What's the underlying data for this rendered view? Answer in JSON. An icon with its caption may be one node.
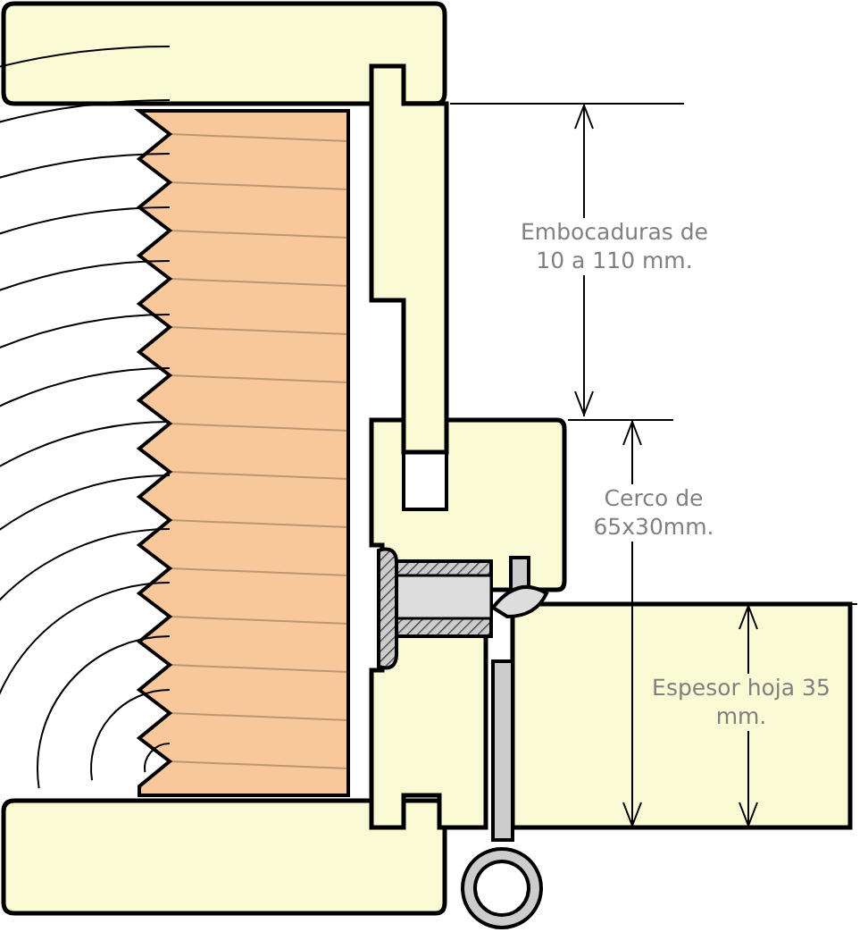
{
  "diagram": {
    "labels": [
      "Embocaduras de 10 a 110 mm.",
      "Cerco de 65x30mm.",
      "Espesor hoja 35 mm."
    ]
  }
}
